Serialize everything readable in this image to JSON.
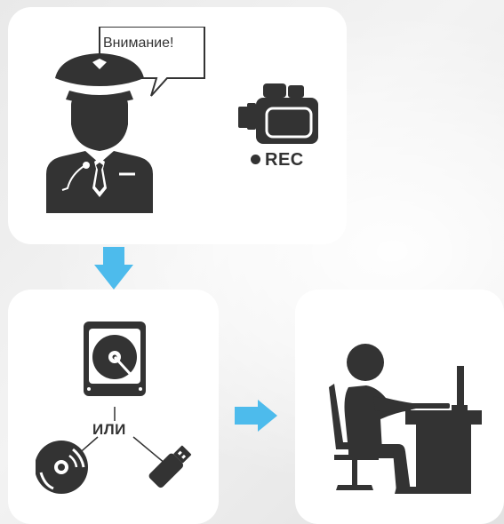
{
  "diagram": {
    "speech_bubble_text": "Внимание!",
    "rec_label": "REC",
    "or_label": "ИЛИ"
  },
  "colors": {
    "panel": "#ffffff",
    "icon_dark": "#333333",
    "arrow_blue": "#4dbbec",
    "background": "#e8e8e8"
  },
  "icons": {
    "officer": "security-guard-icon",
    "camera": "video-camera-icon",
    "hdd": "hard-drive-icon",
    "disc": "optical-disc-icon",
    "usb": "usb-flash-drive-icon",
    "workstation": "person-at-computer-icon"
  }
}
